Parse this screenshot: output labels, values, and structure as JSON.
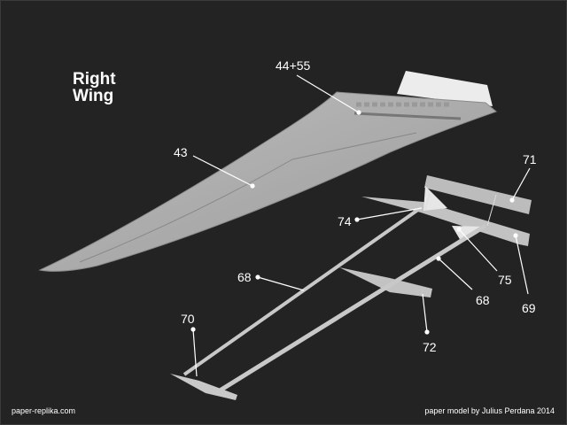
{
  "title": {
    "line1": "Right",
    "line2": "Wing"
  },
  "parts": [
    {
      "id": "wing",
      "label": "43"
    },
    {
      "id": "top-panel",
      "label": "44+55"
    },
    {
      "id": "rear-plate",
      "label": "71"
    },
    {
      "id": "left-gusset",
      "label": "74"
    },
    {
      "id": "right-gusset",
      "label": "75"
    },
    {
      "id": "rod-right",
      "label": "68"
    },
    {
      "id": "rod-left",
      "label": "68"
    },
    {
      "id": "rear-strut",
      "label": "69"
    },
    {
      "id": "front-foot",
      "label": "70"
    },
    {
      "id": "mid-strut",
      "label": "72"
    }
  ],
  "footer": {
    "left": "paper-replika.com",
    "right": "paper model by Julius Perdana 2014"
  },
  "colors": {
    "background": "#232323",
    "part": "#b4b4b4",
    "label": "#ffffff"
  }
}
